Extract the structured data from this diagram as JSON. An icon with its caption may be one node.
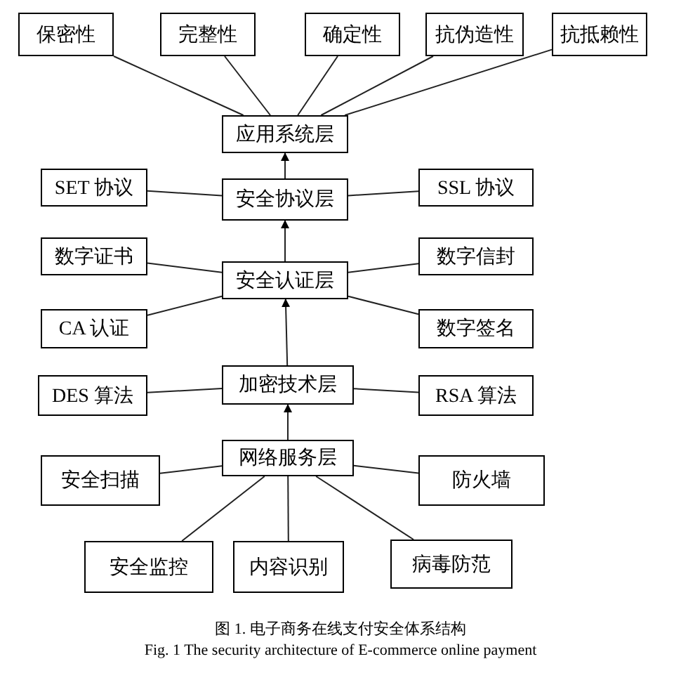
{
  "diagram": {
    "caption": "图 1. 电子商务在线支付安全体系结构",
    "nodes": [
      {
        "text": [
          "保密性"
        ]
      },
      {
        "text": [
          "完整性"
        ]
      },
      {
        "text": [
          "确定性"
        ]
      },
      {
        "text": [
          "抗伪造性"
        ]
      },
      {
        "text": [
          "抗抵赖性"
        ]
      },
      {
        "text": [
          "应用系统层"
        ]
      },
      {
        "text": [
          "SET 协议"
        ]
      },
      {
        "text": [
          "安全协议层"
        ]
      },
      {
        "text": [
          "SSL 协议"
        ]
      },
      {
        "text": [
          "数字证书"
        ]
      },
      {
        "text": [
          "安全认证层"
        ]
      },
      {
        "text": [
          "数字信封"
        ]
      },
      {
        "text": [
          "CA 认证"
        ]
      },
      {
        "text": [
          "数字签名"
        ]
      },
      {
        "text": [
          "DES 算法"
        ]
      },
      {
        "text": [
          "加密技术层"
        ]
      },
      {
        "text": [
          "RSA 算法"
        ]
      },
      {
        "text": [
          "网络服务层"
        ]
      },
      {
        "text": [
          "安全扫描"
        ]
      },
      {
        "text": [
          "防火墙"
        ]
      },
      {
        "text": [
          "安全监控"
        ]
      },
      {
        "text": [
          "内容识别"
        ]
      },
      {
        "text": [
          "病毒防范"
        ]
      }
    ],
    "edges": [
      {
        "from": 5,
        "to": 0,
        "arrow": "none"
      },
      {
        "from": 5,
        "to": 1,
        "arrow": "none"
      },
      {
        "from": 5,
        "to": 2,
        "arrow": "none"
      },
      {
        "from": 5,
        "to": 3,
        "arrow": "none"
      },
      {
        "from": 5,
        "to": 4,
        "arrow": "none"
      },
      {
        "from": 7,
        "to": 5,
        "arrow": "to"
      },
      {
        "from": 7,
        "to": 6,
        "arrow": "none"
      },
      {
        "from": 7,
        "to": 8,
        "arrow": "none"
      },
      {
        "from": 10,
        "to": 7,
        "arrow": "to"
      },
      {
        "from": 10,
        "to": 9,
        "arrow": "none"
      },
      {
        "from": 10,
        "to": 11,
        "arrow": "none"
      },
      {
        "from": 10,
        "to": 12,
        "arrow": "none"
      },
      {
        "from": 10,
        "to": 13,
        "arrow": "none"
      },
      {
        "from": 15,
        "to": 10,
        "arrow": "to"
      },
      {
        "from": 15,
        "to": 14,
        "arrow": "none"
      },
      {
        "from": 15,
        "to": 16,
        "arrow": "none"
      },
      {
        "from": 17,
        "to": 15,
        "arrow": "to"
      },
      {
        "from": 17,
        "to": 18,
        "arrow": "none"
      },
      {
        "from": 17,
        "to": 19,
        "arrow": "none"
      },
      {
        "from": 17,
        "to": 20,
        "arrow": "none"
      },
      {
        "from": 17,
        "to": 21,
        "arrow": "none"
      },
      {
        "from": 17,
        "to": 22,
        "arrow": "none"
      }
    ],
    "labels": [
      "Fig. 1 The security architecture of E-commerce online payment"
    ]
  }
}
